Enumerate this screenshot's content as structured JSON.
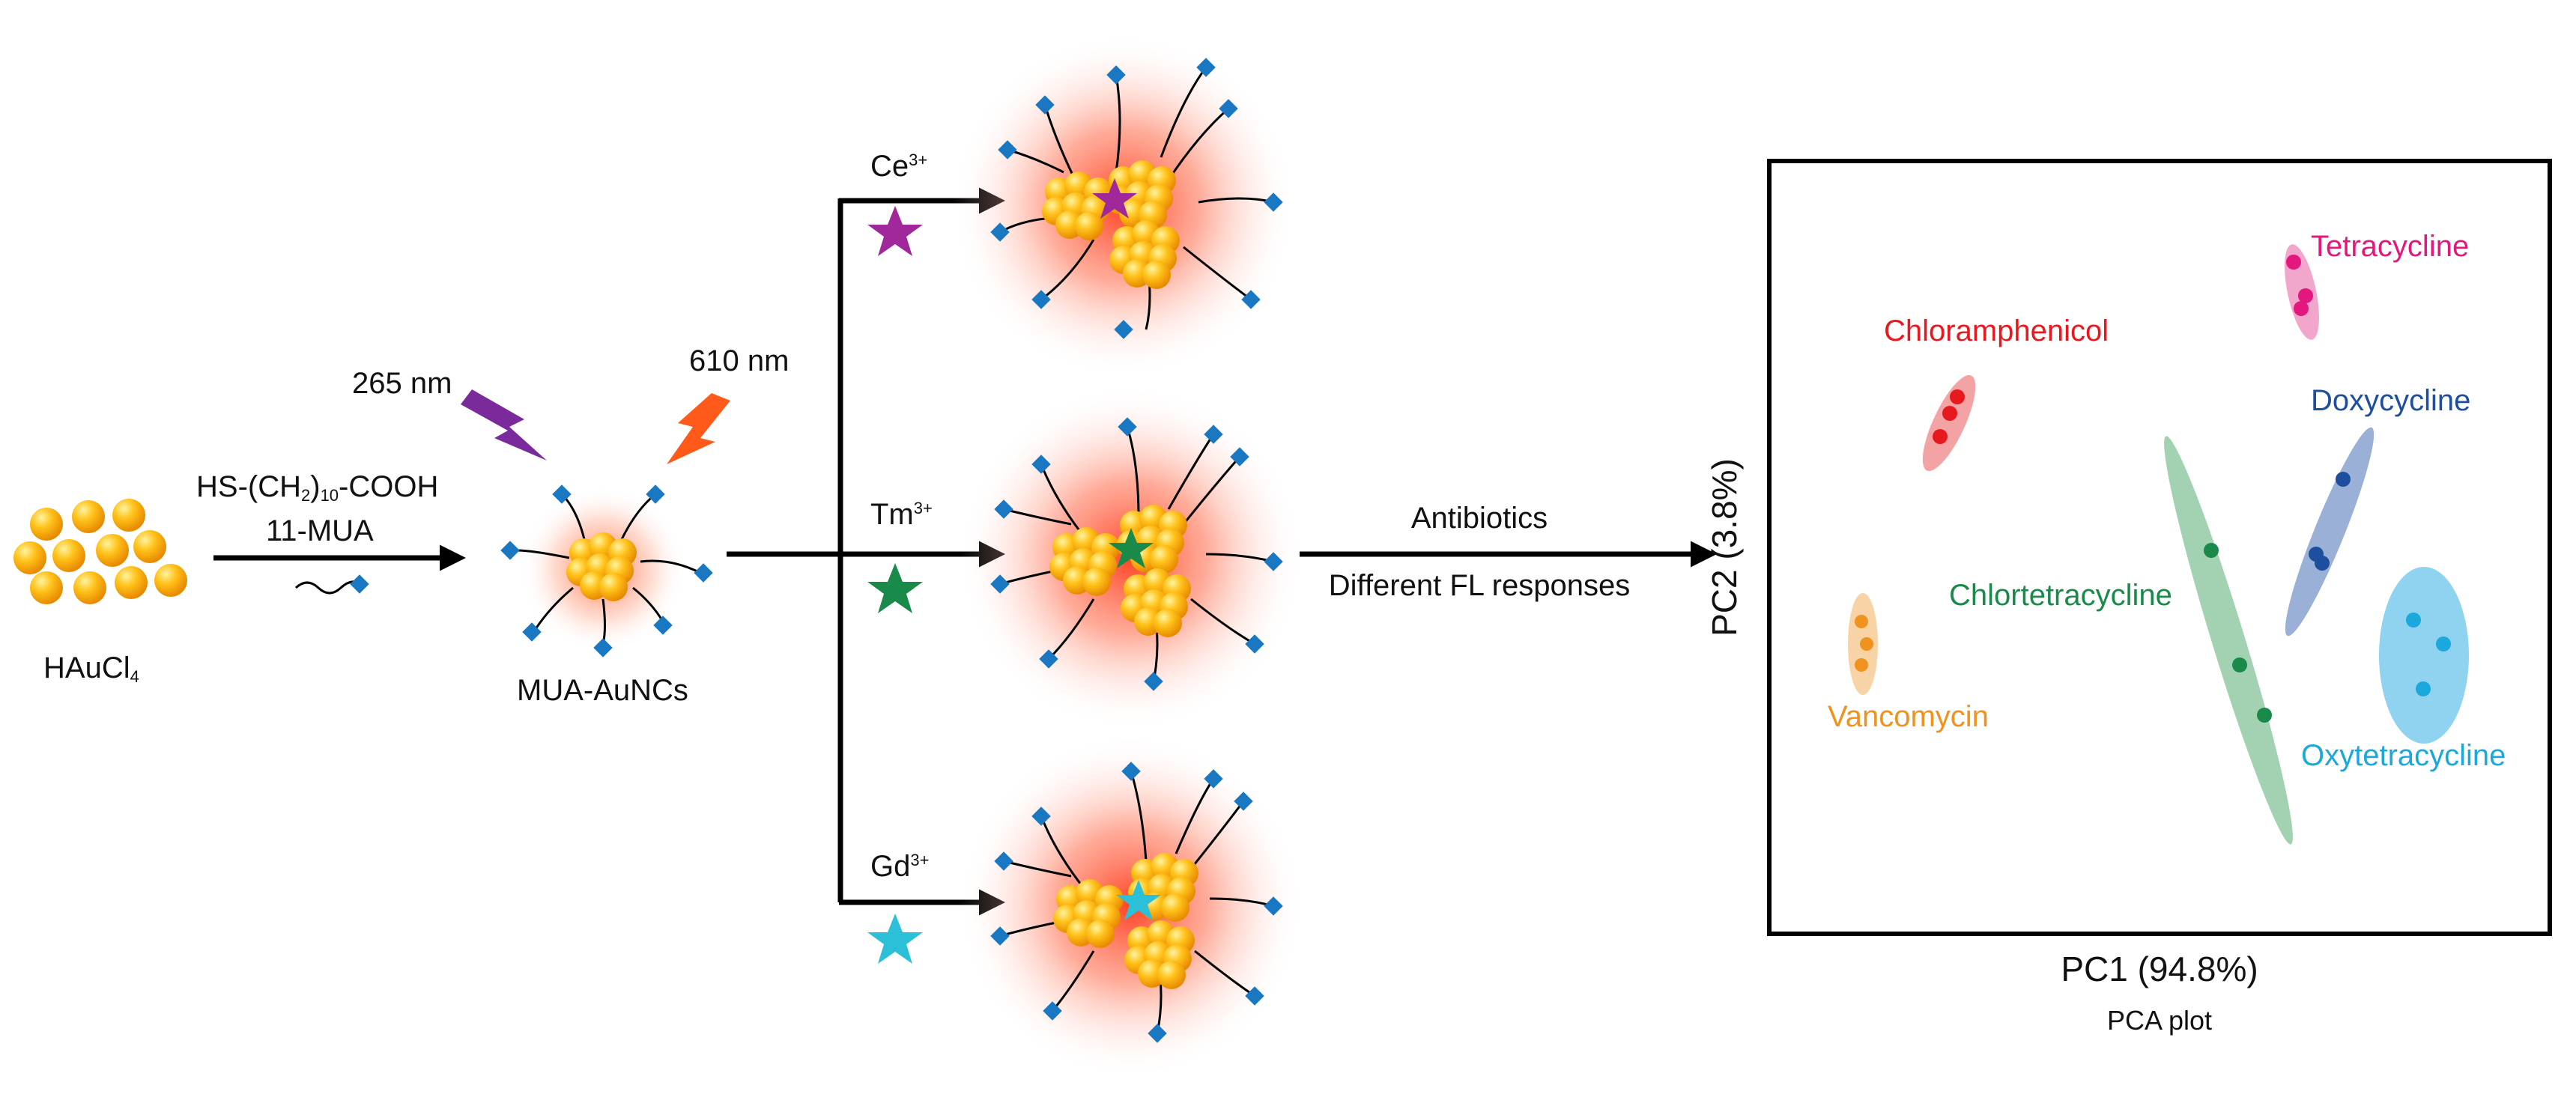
{
  "precursor": {
    "label_main": "HAuCl",
    "label_sub": "4"
  },
  "step1": {
    "reagent_a": "HS-(CH",
    "reagent_b": "2",
    "reagent_c": ")",
    "reagent_d": "10",
    "reagent_e": "-COOH",
    "reagent_name": "11-MUA"
  },
  "excitation": {
    "label": "265 nm"
  },
  "emission": {
    "label": "610 nm"
  },
  "cluster": {
    "label": "MUA-AuNCs"
  },
  "ions": [
    {
      "base": "Ce",
      "charge": "3+",
      "color": "#a0289a"
    },
    {
      "base": "Tm",
      "charge": "3+",
      "color": "#1a8a4a"
    },
    {
      "base": "Gd",
      "charge": "3+",
      "color": "#2cc0d8"
    }
  ],
  "step2": {
    "line1": "Antibiotics",
    "line2": "Different FL responses"
  },
  "pca": {
    "xlabel": "PC1 (94.8%)",
    "ylabel": "PC2 (3.8%)",
    "caption": "PCA plot",
    "groups": [
      {
        "name": "Tetracycline",
        "color": "#e4177e"
      },
      {
        "name": "Chloramphenicol",
        "color": "#e8191e"
      },
      {
        "name": "Doxycycline",
        "color": "#1d4f9e"
      },
      {
        "name": "Chlortetracycline",
        "color": "#1a8a4a"
      },
      {
        "name": "Vancomycin",
        "color": "#f0921e"
      },
      {
        "name": "Oxytetracycline",
        "color": "#1ba8dc"
      }
    ]
  }
}
